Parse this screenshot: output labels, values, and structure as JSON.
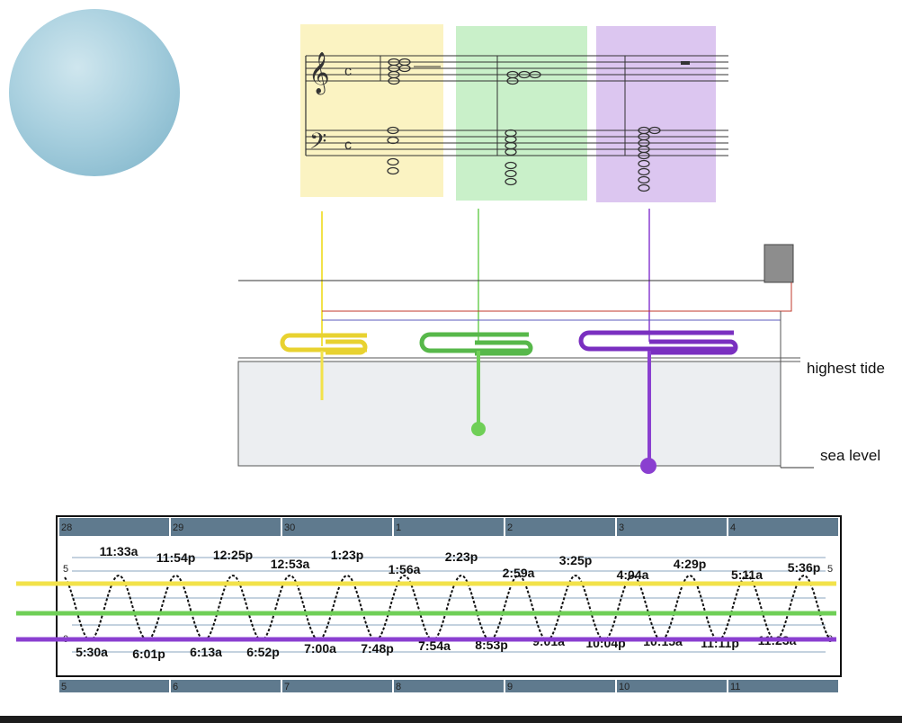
{
  "labels": {
    "highest_tide": "highest tide",
    "sea_level": "sea level"
  },
  "colors": {
    "yellow": "#f2e24a",
    "green": "#6fcf57",
    "purple": "#8a3fd0",
    "yellow_panel": "#fbf3c2",
    "green_panel": "#c9f0c9",
    "purple_panel": "#dcc6f0",
    "water": "#eceef1",
    "calendar_header": "#5f7a8e"
  },
  "tide_chart": {
    "axis_left_top": "5",
    "axis_left_bottom": "0",
    "axis_right_top": "5",
    "axis_right_bottom": "0",
    "top_dates": [
      "28",
      "29",
      "30",
      "1",
      "2",
      "3",
      "4"
    ],
    "bottom_dates": [
      "5",
      "6",
      "7",
      "8",
      "9",
      "10",
      "11"
    ],
    "high_tides": [
      "11:33a",
      "11:54p",
      "12:25p",
      "12:53a",
      "1:23p",
      "1:56a",
      "2:23p",
      "2:59a",
      "3:25p",
      "4:04a",
      "4:29p",
      "5:11a",
      "5:36p"
    ],
    "low_tides": [
      "5:30a",
      "6:01p",
      "6:13a",
      "6:52p",
      "7:00a",
      "7:48p",
      "7:54a",
      "8:53p",
      "9:01a",
      "10:04p",
      "10:15a",
      "11:11p",
      "11:23a"
    ]
  }
}
